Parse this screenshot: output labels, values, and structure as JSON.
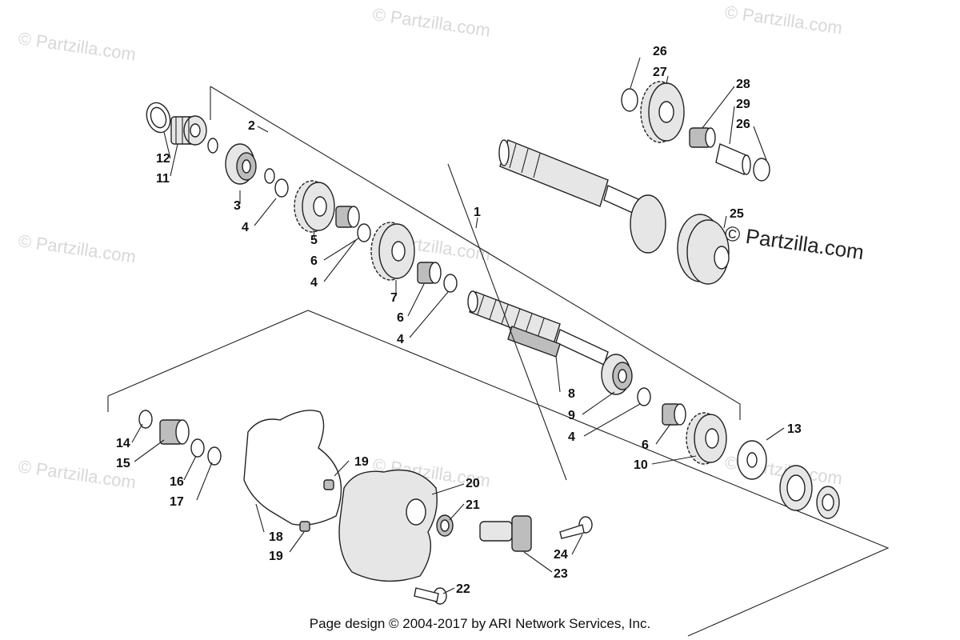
{
  "watermarks": {
    "site": "© Partzilla.com",
    "overlay": "© Partzilla.com"
  },
  "callouts": {
    "c1": "1",
    "c2": "2",
    "c3": "3",
    "c4a": "4",
    "c4b": "4",
    "c4c": "4",
    "c4d": "4",
    "c5": "5",
    "c6a": "6",
    "c6b": "6",
    "c6c": "6",
    "c7": "7",
    "c8": "8",
    "c9": "9",
    "c10": "10",
    "c11": "11",
    "c12": "12",
    "c13": "13",
    "c14": "14",
    "c15": "15",
    "c16": "16",
    "c17": "17",
    "c18": "18",
    "c19a": "19",
    "c19b": "19",
    "c20": "20",
    "c21": "21",
    "c22": "22",
    "c23": "23",
    "c24": "24",
    "c25": "25",
    "c26a": "26",
    "c26b": "26",
    "c27": "27",
    "c28": "28",
    "c29": "29"
  },
  "footer": "Page design © 2004-2017 by ARI Network Services, Inc."
}
